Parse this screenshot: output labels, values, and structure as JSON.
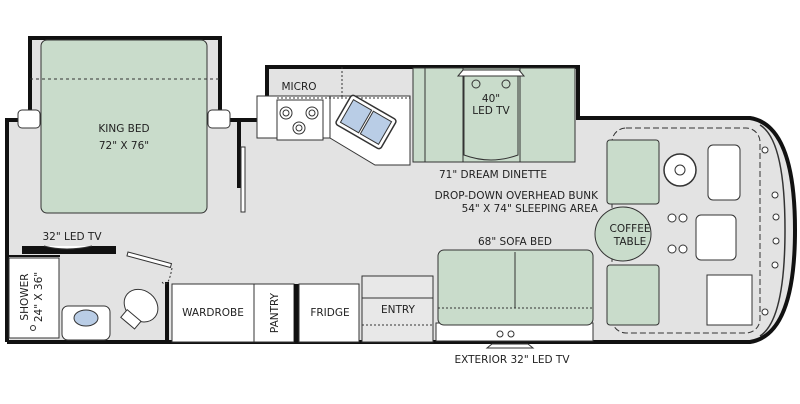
{
  "colors": {
    "floor": "#e3e3e3",
    "furniture": "#c9dccb",
    "glass": "#b9cde6",
    "wall": "#111111"
  },
  "labels": {
    "micro": "MICRO",
    "king_bed": "KING BED",
    "king_bed_size": "72\" X 76\"",
    "tv_40_line1": "40\"",
    "tv_40_line2": "LED TV",
    "dinette": "71\" DREAM DINETTE",
    "bunk_line1": "DROP-DOWN OVERHEAD BUNK",
    "bunk_line2": "54\" X 74\" SLEEPING AREA",
    "coffee_line1": "COFFEE",
    "coffee_line2": "TABLE",
    "sofa_bed": "68\" SOFA BED",
    "tv_32": "32\" LED TV",
    "shower_line1": "SHOWER",
    "shower_line2": "24\" X 36\"",
    "wardrobe": "WARDROBE",
    "pantry": "PANTRY",
    "fridge": "FRIDGE",
    "entry": "ENTRY",
    "exterior_tv": "EXTERIOR 32\" LED TV"
  }
}
